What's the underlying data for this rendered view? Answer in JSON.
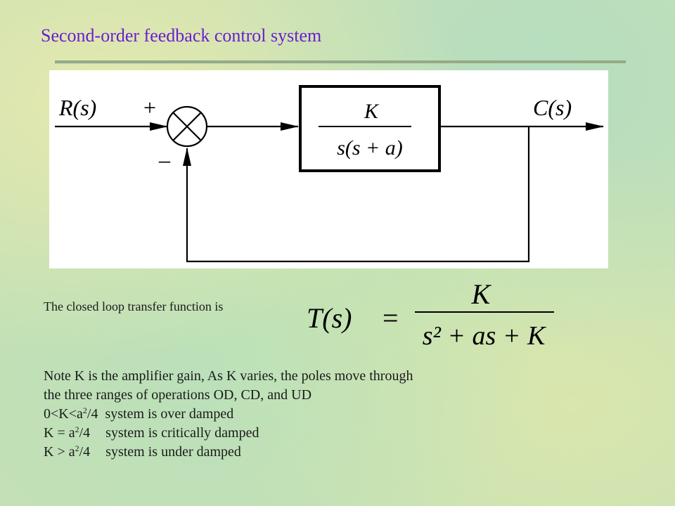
{
  "slide": {
    "title": "Second-order feedback control system"
  },
  "diagram": {
    "input_label": "R(s)",
    "output_label": "C(s)",
    "plus_sign": "+",
    "minus_sign": "–",
    "block_numerator": "K",
    "block_denominator": "s(s + a)"
  },
  "transfer_function": {
    "label": "The closed loop transfer function is",
    "lhs": "T(s)",
    "equals": "=",
    "numerator": "K",
    "denominator": "s² + as + K"
  },
  "notes": {
    "line1": "Note K is the amplifier gain, As K varies, the poles move through",
    "line2": "the three ranges of operations OD, CD, and UD",
    "cases": [
      {
        "condition_pre": "0<K<a",
        "exp": "2",
        "condition_post": "/4",
        "text": "system is over damped"
      },
      {
        "condition_pre": "K = a",
        "exp": "2",
        "condition_post": "/4",
        "text": "system is critically damped"
      },
      {
        "condition_pre": "K > a",
        "exp": "2",
        "condition_post": "/4",
        "text": "system is under damped"
      }
    ]
  }
}
